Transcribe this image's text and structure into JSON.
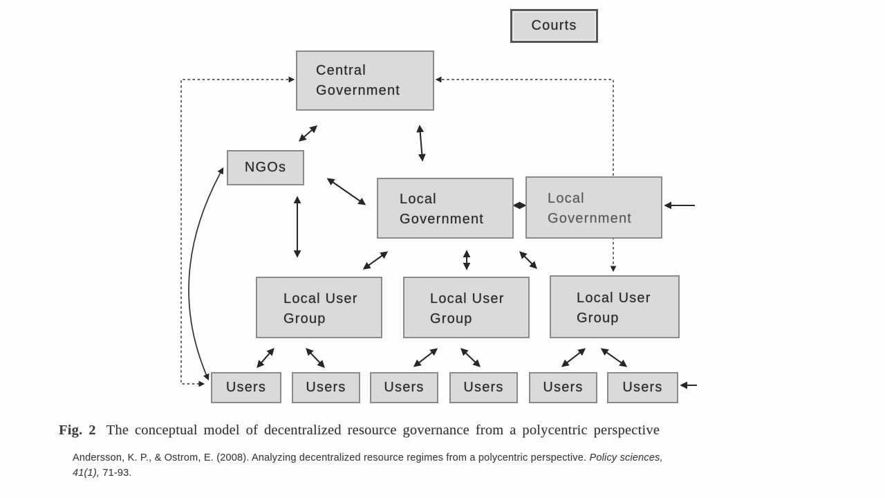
{
  "diagram": {
    "boxes": {
      "courts": {
        "label": "Courts"
      },
      "central_government": {
        "line1": "Central",
        "line2": "Government"
      },
      "ngos": {
        "label": "NGOs"
      },
      "local_governments": [
        {
          "line1": "Local",
          "line2": "Government"
        },
        {
          "line1": "Local",
          "line2": "Government"
        }
      ],
      "local_user_groups": [
        {
          "line1": "Local User",
          "line2": "Group"
        },
        {
          "line1": "Local User",
          "line2": "Group"
        },
        {
          "line1": "Local User",
          "line2": "Group"
        }
      ],
      "users": [
        "Users",
        "Users",
        "Users",
        "Users",
        "Users",
        "Users"
      ]
    },
    "colors": {
      "box_fill": "#dadada",
      "box_border": "#8a8a8a",
      "courts_border": "#575757",
      "arrow": "#2a2a2a",
      "dashed_line": "#4d4d4d",
      "background": "#fefefe"
    }
  },
  "caption": {
    "label": "Fig. 2",
    "text": "The conceptual model of decentralized resource governance from a polycentric perspective"
  },
  "citation": {
    "line1_text": "Andersson, K. P., & Ostrom, E. (2008). Analyzing decentralized resource regimes from a polycentric perspective. ",
    "line1_italic": "Policy sciences,",
    "line2_italic": "41(1),",
    "line2_text": " 71-93."
  }
}
